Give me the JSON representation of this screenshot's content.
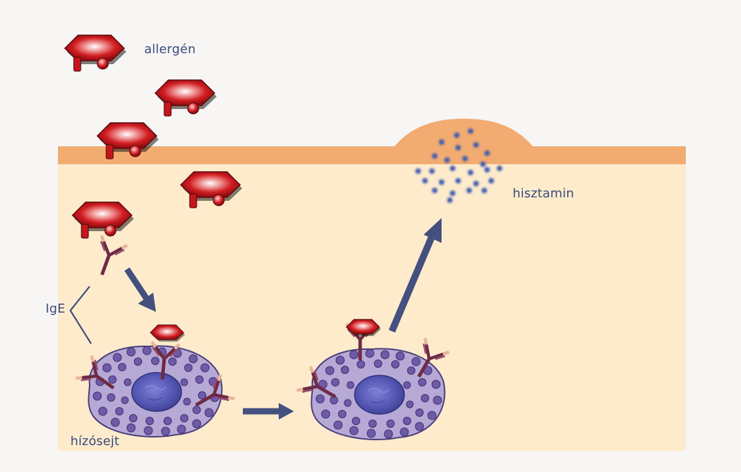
{
  "labels": {
    "allergen": "allergén",
    "histamine": "hisztamin",
    "ige": "IgE",
    "mast_cell": "hízósejt"
  },
  "colors": {
    "background": "#f7f6f4",
    "tissue": "#fdebcc",
    "skin_layer": "#f2ab70",
    "allergen": "#c0161b",
    "antibody": "#6e2a45",
    "arrow": "#44507e",
    "histamine_dot": "#3f5bb0",
    "cell_body": "#a89acb",
    "nucleus": "#5a5cb8",
    "label_text": "#3a4a7c"
  },
  "icons": [
    "allergen-molecule",
    "ige-antibody",
    "mast-cell",
    "arrow",
    "histamine-granule"
  ]
}
